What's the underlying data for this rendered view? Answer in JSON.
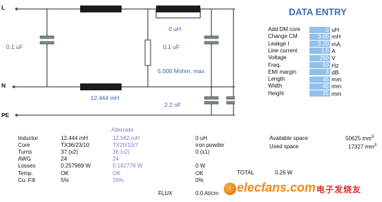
{
  "header": {
    "title": "DATA ENTRY"
  },
  "schematic": {
    "node_L": "L",
    "node_N": "N",
    "node_PE": "PE",
    "cap_left": "0.1 uF",
    "dm_inductor": "0 uH",
    "cap_mid": "0.1 uF",
    "resistor": "5,000 Mohm, max",
    "cm_inductor": "12.444 mH",
    "cap_y": "2.2 nF"
  },
  "entries": [
    {
      "label": "Add DM core",
      "value": "0",
      "unit": "uH"
    },
    {
      "label": "Change CM",
      "value": "0.00",
      "unit": "mH"
    },
    {
      "label": "Leakge I",
      "value": "0.20",
      "unit": "mA"
    },
    {
      "label": "Line current",
      "value": "1.0",
      "unit": "A"
    },
    {
      "label": "Voltage",
      "value": "250",
      "unit": "V"
    },
    {
      "label": "Freq.",
      "value": "50",
      "unit": "Hz"
    },
    {
      "label": "EMI margin",
      "value": "3",
      "unit": "dB"
    },
    {
      "label": "Length",
      "value": "45",
      "unit": "mm"
    },
    {
      "label": "Width",
      "value": "45",
      "unit": "mm"
    },
    {
      "label": "Height",
      "value": "25",
      "unit": "mm"
    }
  ],
  "results": {
    "alternate_header": "Alternate",
    "rows": [
      {
        "label": "Inductor",
        "main": "12.444 mH",
        "alt": "12.562 mH",
        "dm": "0 uH"
      },
      {
        "label": "Core",
        "main": "TX36/23/10",
        "alt": "TX20/10/7",
        "dm": "iron powder"
      },
      {
        "label": "Turns",
        "main": "37 (x2)",
        "alt": "36 (x2)",
        "dm": "0 (x1)"
      },
      {
        "label": "AWG",
        "main": "24",
        "alt": "24",
        "dm": ""
      },
      {
        "label": "Losses",
        "main": "0.257969 W",
        "alt": "0.182778 W",
        "dm": "0 W"
      },
      {
        "label": "Temp.",
        "main": "OK",
        "alt": "OK",
        "dm": "OK"
      },
      {
        "label": "Cu. Fill",
        "main": "5%",
        "alt": "26%",
        "dm": "0%"
      }
    ],
    "total_label": "TOTAL",
    "total_value": "0.26 W",
    "flux_label": "FLUX",
    "flux_value": "0.0 At/cm",
    "available_label": "Available space",
    "available_value": "50625 mm",
    "used_label": "Used space",
    "used_value": "17327 mm",
    "unit_exponent": "3"
  },
  "watermark": {
    "site": "elecfans.com",
    "cn": "电子发烧友"
  }
}
